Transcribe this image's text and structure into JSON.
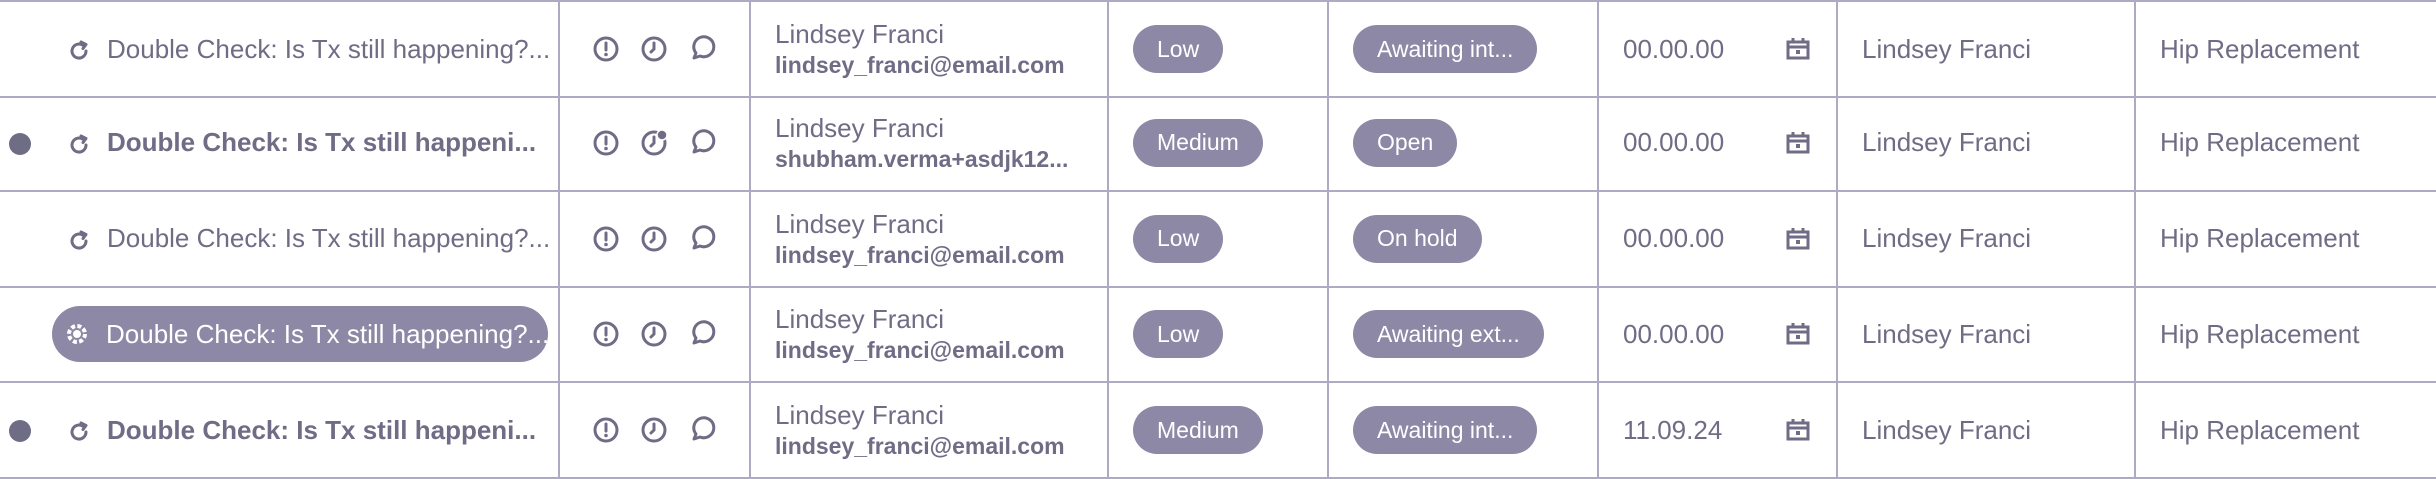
{
  "colors": {
    "text": "#6f6c85",
    "pill": "#8c88a5",
    "border": "#aeaac3"
  },
  "icons": {
    "task": "refresh-arrow-icon",
    "alert": "alert-circle-icon",
    "clock": "clock-icon",
    "comment": "comment-bubble-icon",
    "calendar": "calendar-icon"
  },
  "rows": [
    {
      "unread": false,
      "highlight": false,
      "bold": false,
      "clock_badge": false,
      "title": "Double Check: Is Tx still happening?...",
      "contact_name": "Lindsey Franci",
      "contact_email": "lindsey_franci@email.com",
      "priority": "Low",
      "status": "Awaiting int...",
      "date": "00.00.00",
      "owner": "Lindsey Franci",
      "procedure": "Hip Replacement"
    },
    {
      "unread": true,
      "highlight": false,
      "bold": true,
      "clock_badge": true,
      "title": "Double Check: Is Tx still happeni...",
      "contact_name": "Lindsey Franci",
      "contact_email": "shubham.verma+asdjk12...",
      "priority": "Medium",
      "status": "Open",
      "date": "00.00.00",
      "owner": "Lindsey Franci",
      "procedure": "Hip Replacement"
    },
    {
      "unread": false,
      "highlight": false,
      "bold": false,
      "clock_badge": false,
      "title": "Double Check: Is Tx still happening?...",
      "contact_name": "Lindsey Franci",
      "contact_email": "lindsey_franci@email.com",
      "priority": "Low",
      "status": "On hold",
      "date": "00.00.00",
      "owner": "Lindsey Franci",
      "procedure": "Hip Replacement"
    },
    {
      "unread": false,
      "highlight": true,
      "bold": false,
      "clock_badge": false,
      "title": "Double Check: Is Tx still happening?...",
      "contact_name": "Lindsey Franci",
      "contact_email": "lindsey_franci@email.com",
      "priority": "Low",
      "status": "Awaiting ext...",
      "date": "00.00.00",
      "owner": "Lindsey Franci",
      "procedure": "Hip Replacement"
    },
    {
      "unread": true,
      "highlight": false,
      "bold": true,
      "clock_badge": false,
      "title": "Double Check: Is Tx still happeni...",
      "contact_name": "Lindsey Franci",
      "contact_email": "lindsey_franci@email.com",
      "priority": "Medium",
      "status": "Awaiting int...",
      "date": "11.09.24",
      "owner": "Lindsey Franci",
      "procedure": "Hip Replacement"
    }
  ]
}
